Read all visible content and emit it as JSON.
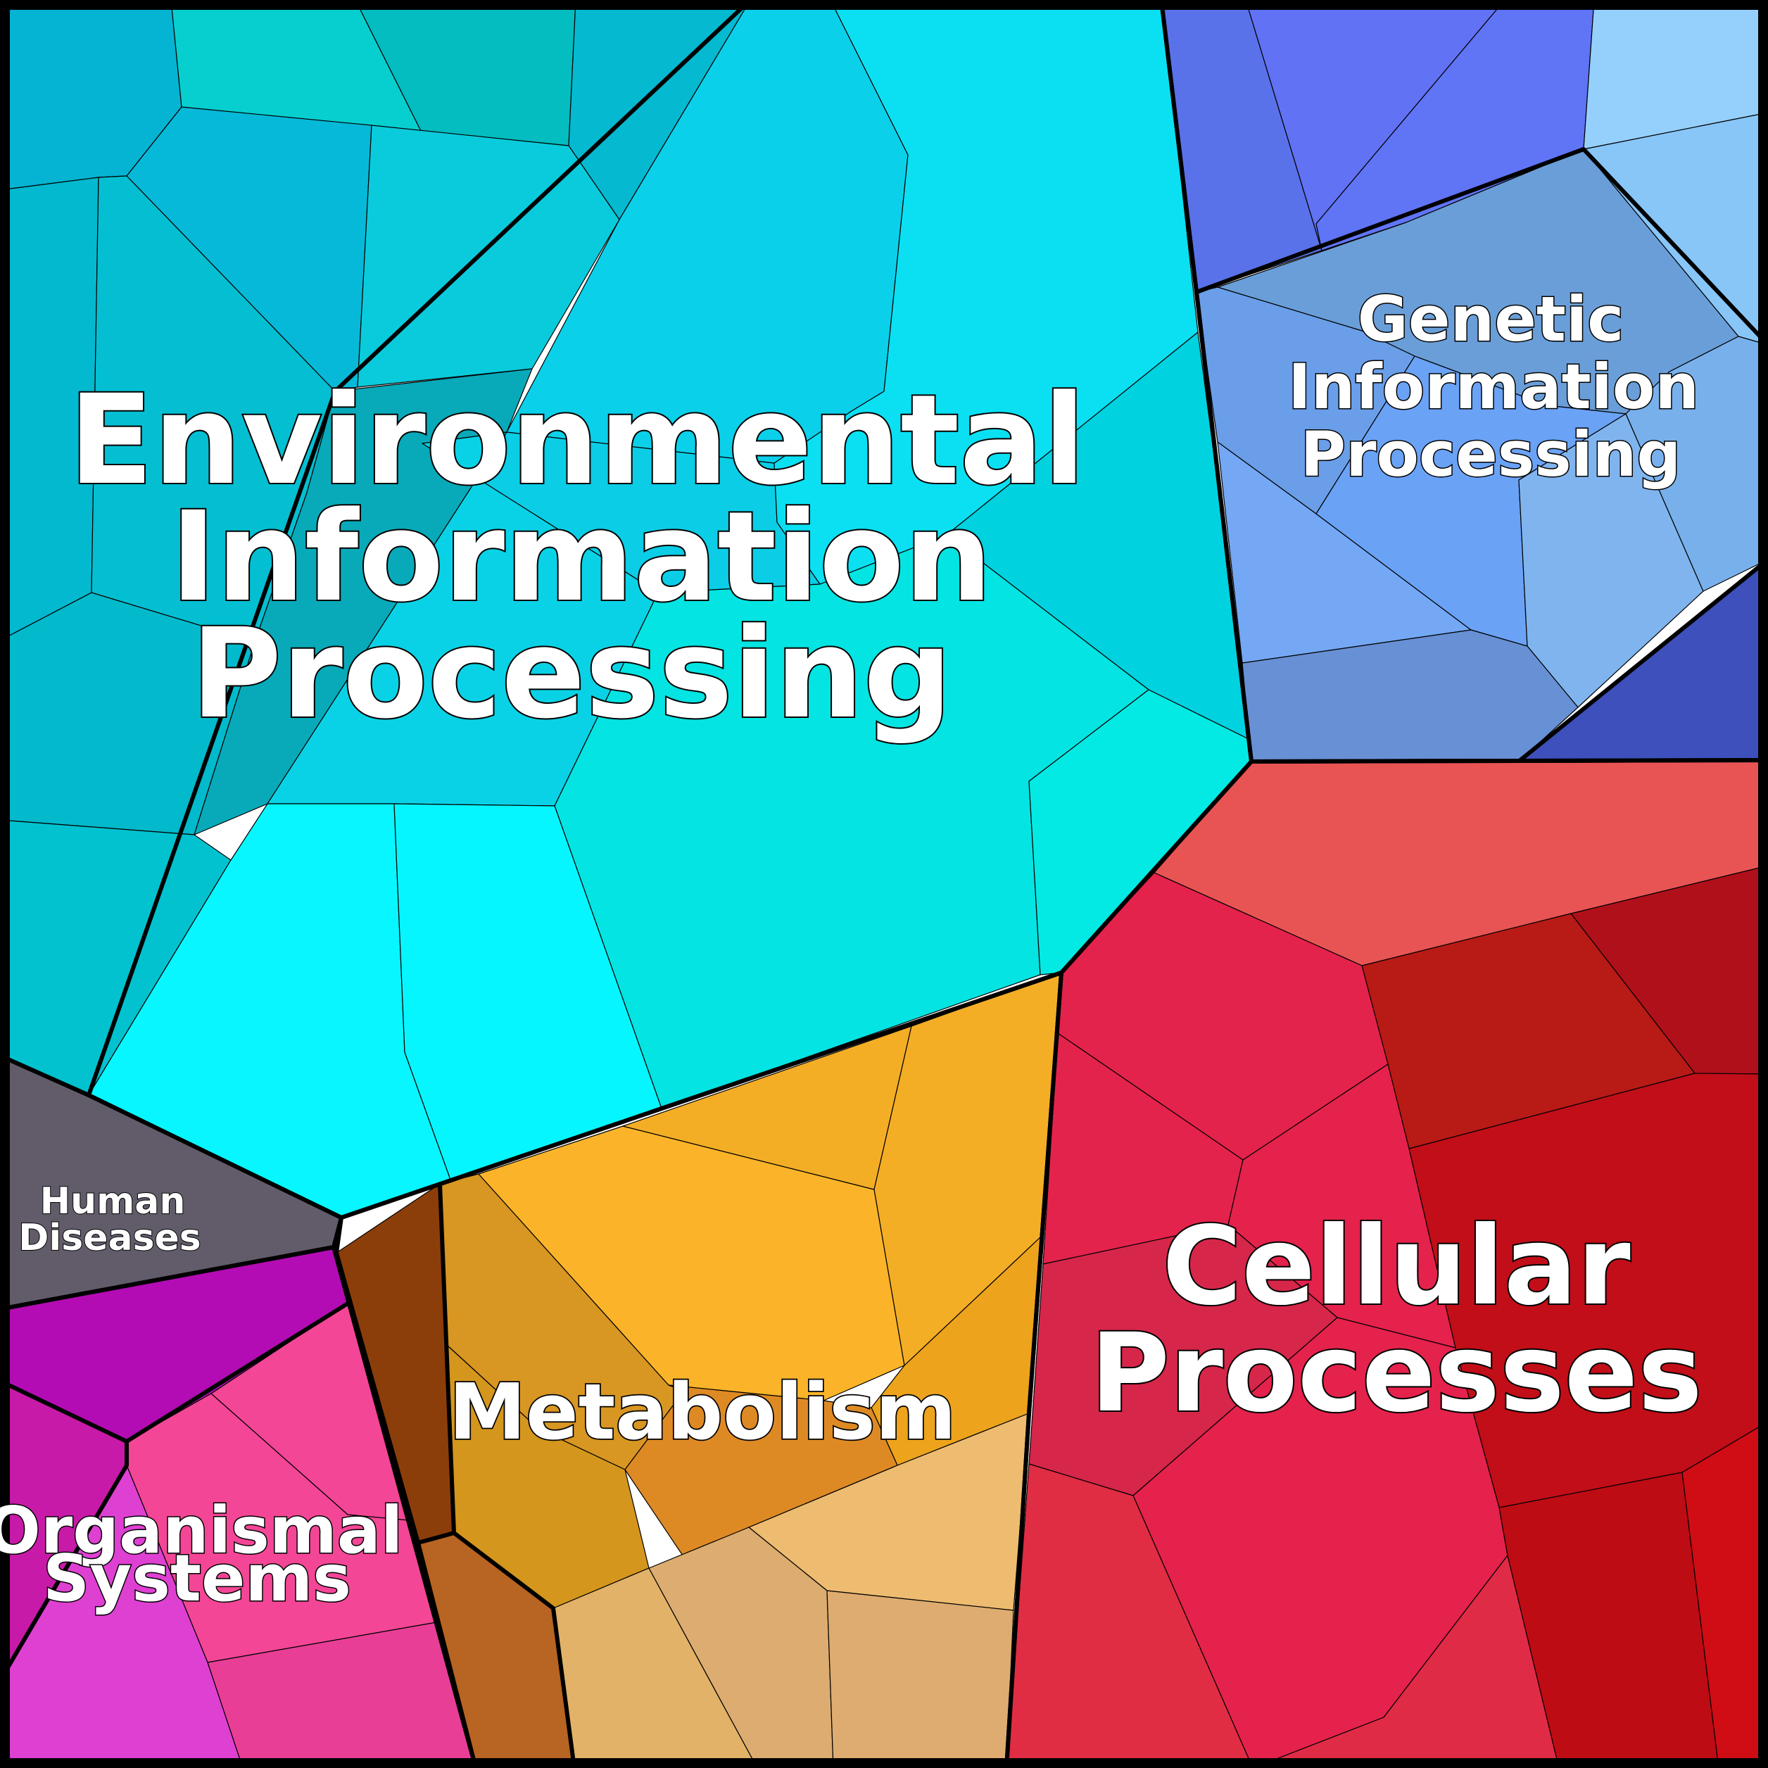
{
  "diagram": {
    "type": "voronoi-treemap",
    "categories": [
      {
        "id": "env",
        "name": "Environmental Information Processing",
        "lines": [
          "Environmental",
          "Information",
          "Processing"
        ],
        "color": "#0ad2e8"
      },
      {
        "id": "gen",
        "name": "Genetic Information Processing",
        "lines": [
          "Genetic",
          "Information",
          "Processing"
        ],
        "color": "#6a9ee6"
      },
      {
        "id": "cell",
        "name": "Cellular Processes",
        "lines": [
          "Cellular",
          "Processes"
        ],
        "color": "#e0264c"
      },
      {
        "id": "met",
        "name": "Metabolism",
        "lines": [
          "Metabolism"
        ],
        "color": "#f5a623"
      },
      {
        "id": "hum",
        "name": "Human Diseases",
        "lines": [
          "Human",
          "Diseases"
        ],
        "color": "#625c6a"
      },
      {
        "id": "org",
        "name": "Organismal Systems",
        "lines": [
          "Organismal",
          "Systems"
        ],
        "color": "#f04aa0"
      }
    ]
  }
}
